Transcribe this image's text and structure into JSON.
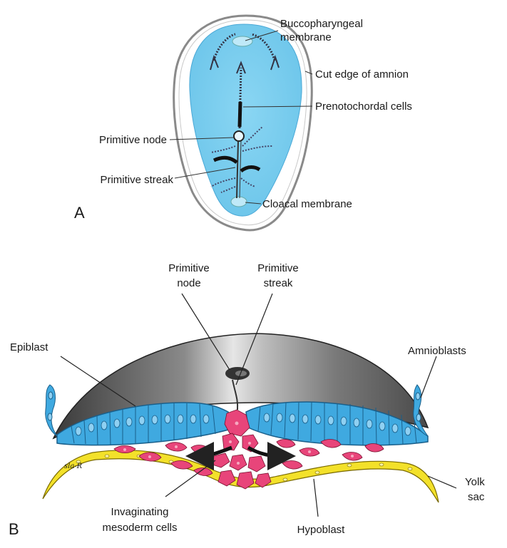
{
  "panel_a": {
    "letter": "A",
    "labels": {
      "buccopharyngeal_1": "Buccopharyngeal",
      "buccopharyngeal_2": "membrane",
      "cut_edge": "Cut edge of amnion",
      "prenotochordal": "Prenotochordal cells",
      "primitive_node": "Primitive node",
      "primitive_streak": "Primitive streak",
      "cloacal": "Cloacal membrane"
    }
  },
  "panel_b": {
    "letter": "B",
    "labels": {
      "primitive_node_1": "Primitive",
      "primitive_node_2": "node",
      "primitive_streak_1": "Primitive",
      "primitive_streak_2": "streak",
      "epiblast": "Epiblast",
      "amnioblasts": "Amnioblasts",
      "yolk_sac_1": "Yolk",
      "yolk_sac_2": "sac",
      "invaginating_1": "Invaginating",
      "invaginating_2": "mesoderm cells",
      "hypoblast": "Hypoblast"
    }
  },
  "colors": {
    "disc_blue": "#7fd0ef",
    "epiblast_blue": "#3fa9e0",
    "mesoderm_pink": "#e8457a",
    "hypoblast_yellow": "#f3e12a"
  }
}
